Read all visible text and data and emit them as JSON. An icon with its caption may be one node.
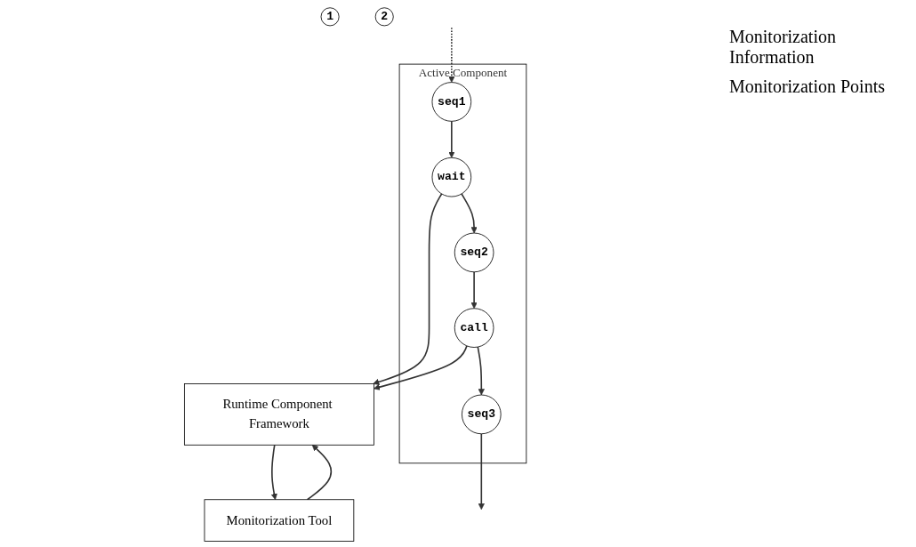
{
  "diagram": {
    "nodes": [
      {
        "text": [
          "Runtime Component Framework"
        ]
      },
      {
        "text": [
          "Monitorization Tool"
        ]
      },
      {
        "text": [
          "1"
        ]
      },
      {
        "text": [
          "2"
        ]
      },
      {
        "text": [
          "Active Component"
        ]
      },
      {
        "text": [
          "seq1"
        ],
        "in": 4
      },
      {
        "text": [
          "wait"
        ],
        "in": 4
      },
      {
        "text": [
          "seq2"
        ],
        "in": 4
      },
      {
        "text": [
          "call"
        ],
        "in": 4
      },
      {
        "text": [
          "seq3"
        ],
        "in": 4
      }
    ],
    "edges": [
      {
        "from": 0,
        "to": 1,
        "arrow": "to"
      },
      {
        "from": 1,
        "to": 0,
        "arrow": "to"
      },
      {
        "from": null,
        "to": 5,
        "arrow": "to",
        "style": "dashed"
      },
      {
        "from": 5,
        "to": 6,
        "arrow": "to"
      },
      {
        "from": 6,
        "to": 0,
        "arrow": "to"
      },
      {
        "from": 6,
        "to": 7,
        "arrow": "to"
      },
      {
        "from": 7,
        "to": 8,
        "arrow": "to"
      },
      {
        "from": 8,
        "to": 0,
        "arrow": "to"
      },
      {
        "from": 8,
        "to": 9,
        "arrow": "to"
      },
      {
        "from": 9,
        "to": null,
        "arrow": "to"
      }
    ],
    "labels": [
      "Monitorization Information",
      "Monitorization Points"
    ]
  }
}
